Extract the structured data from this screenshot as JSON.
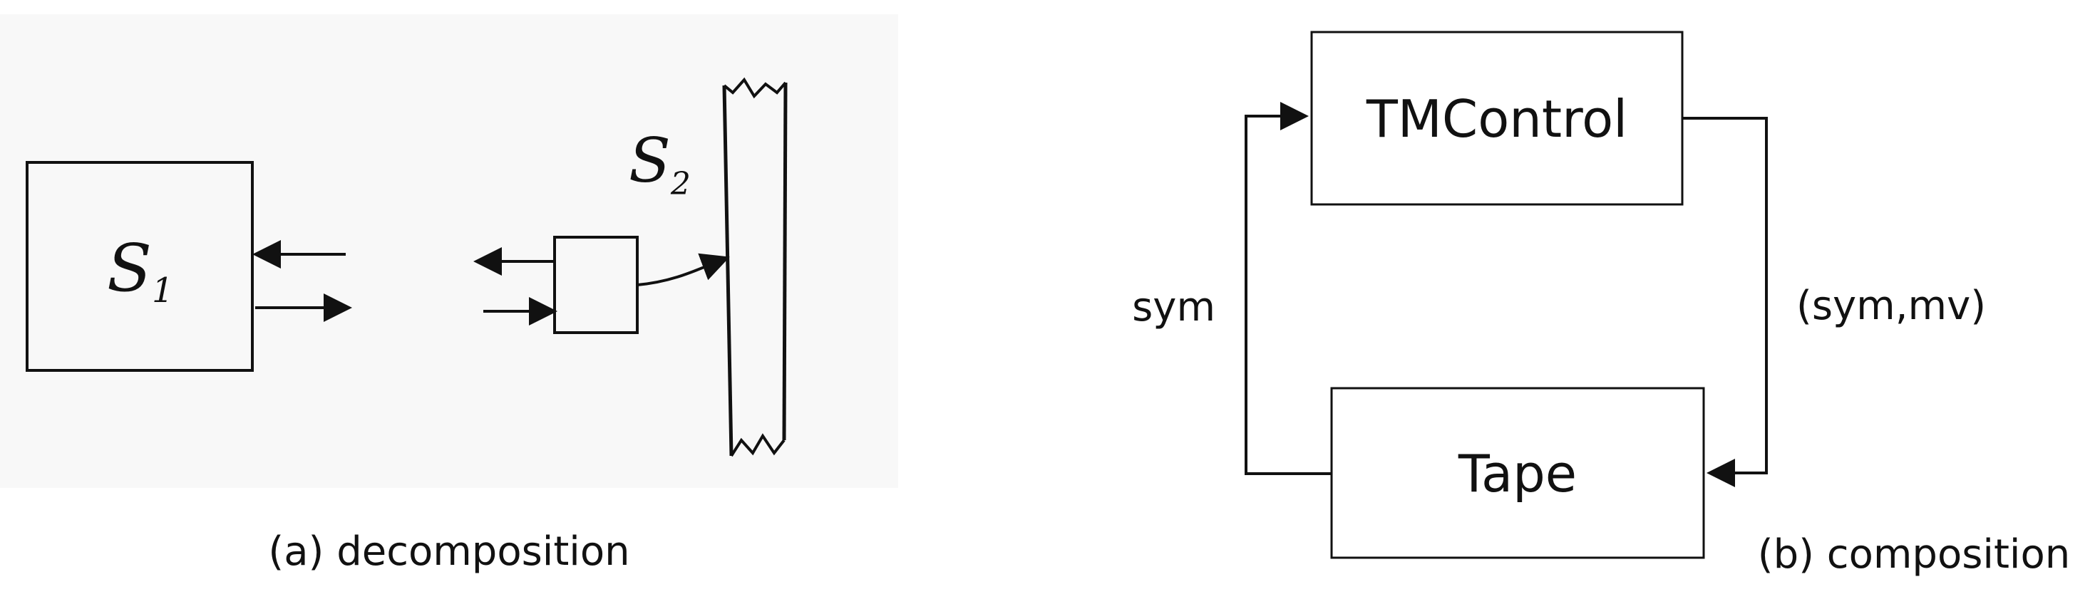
{
  "panel_a": {
    "caption": "(a) decomposition",
    "s1_label": "S",
    "s1_sub": "1",
    "s2_label": "S",
    "s2_sub": "2"
  },
  "panel_b": {
    "caption": "(b) composition",
    "control_label": "TMControl",
    "tape_label": "Tape",
    "left_edge_label": "sym",
    "right_edge_label": "(sym,mv)"
  }
}
